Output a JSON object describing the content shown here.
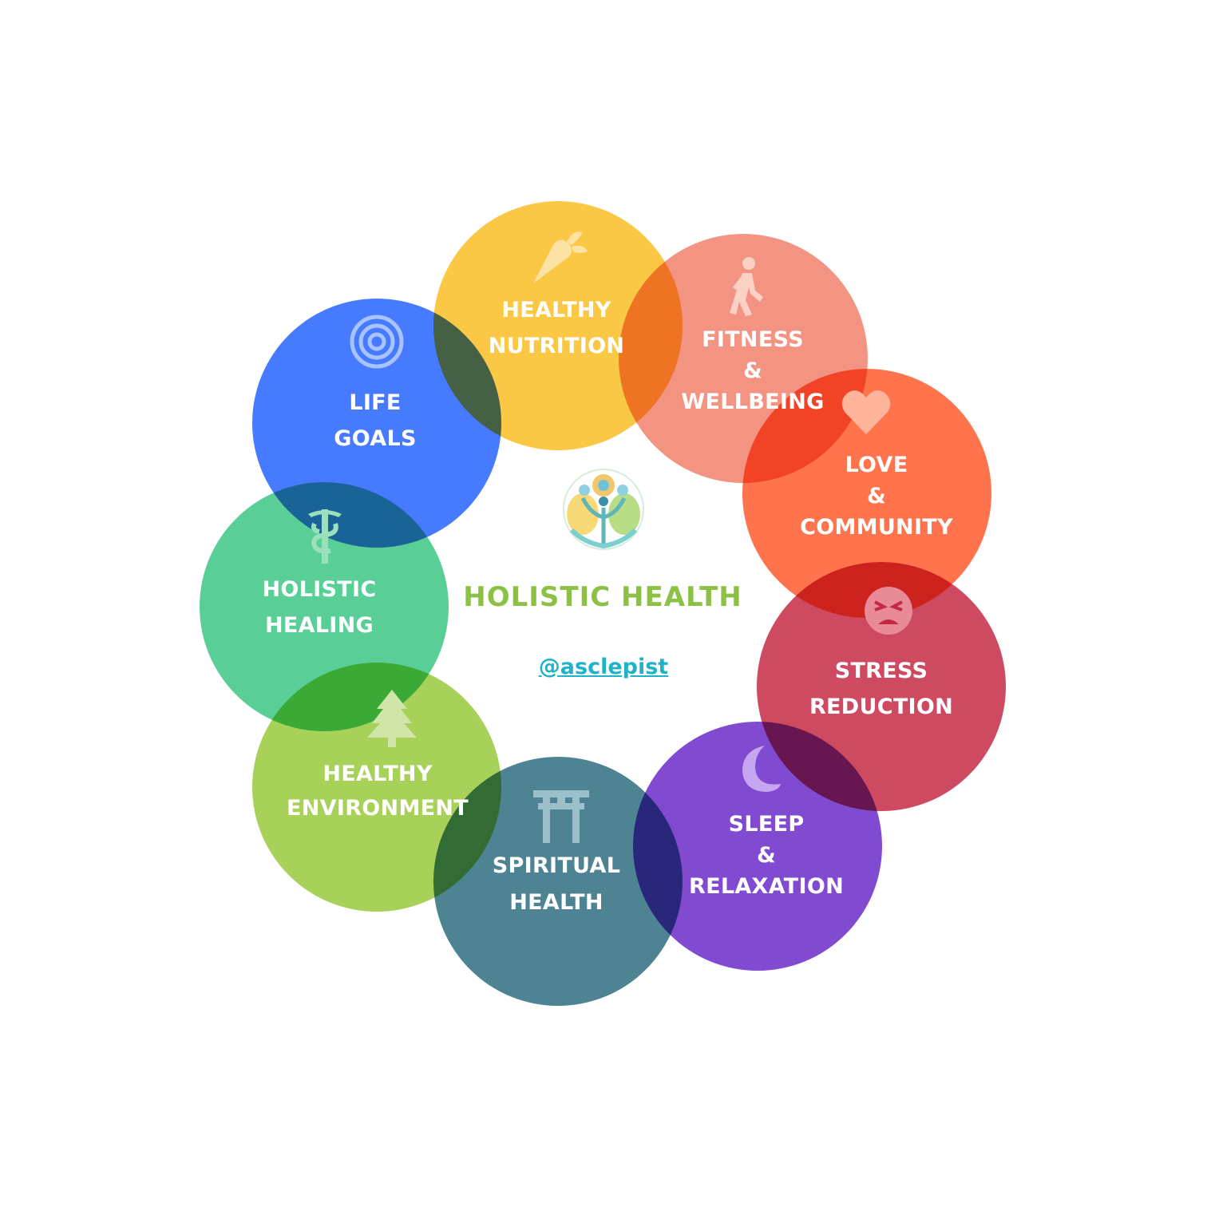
{
  "center": {
    "title": "HOLISTIC HEALTH",
    "handle": "@asclepist",
    "logo_icon": "tree-of-life-logo-icon"
  },
  "nodes": [
    {
      "id": "nutrition",
      "lines": [
        "HEALTHY",
        "NUTRITION"
      ],
      "color": "#fbbf24",
      "icon": "carrot-icon"
    },
    {
      "id": "fitness",
      "lines": [
        "FITNESS",
        "&",
        "WELLBEING"
      ],
      "color": "#f0816b",
      "icon": "walking-person-icon"
    },
    {
      "id": "love",
      "lines": [
        "LOVE",
        "&",
        "COMMUNITY"
      ],
      "color": "#ff5a2e",
      "icon": "heart-icon"
    },
    {
      "id": "stress",
      "lines": [
        "STRESS",
        "REDUCTION"
      ],
      "color": "#c52a45",
      "icon": "angry-face-icon"
    },
    {
      "id": "sleep",
      "lines": [
        "SLEEP",
        "&",
        "RELAXATION"
      ],
      "color": "#6b2bc9",
      "icon": "moon-icon"
    },
    {
      "id": "spiritual",
      "lines": [
        "SPIRITUAL",
        "HEALTH"
      ],
      "color": "#2f6d80",
      "icon": "torii-gate-icon"
    },
    {
      "id": "environment",
      "lines": [
        "HEALTHY",
        "ENVIRONMENT"
      ],
      "color": "#98c93c",
      "icon": "tree-icon"
    },
    {
      "id": "healing",
      "lines": [
        "HOLISTIC",
        "HEALING"
      ],
      "color": "#3cc683",
      "icon": "caduceus-icon"
    },
    {
      "id": "goals",
      "lines": [
        "LIFE",
        "GOALS"
      ],
      "color": "#2563ff",
      "icon": "target-icon"
    }
  ]
}
